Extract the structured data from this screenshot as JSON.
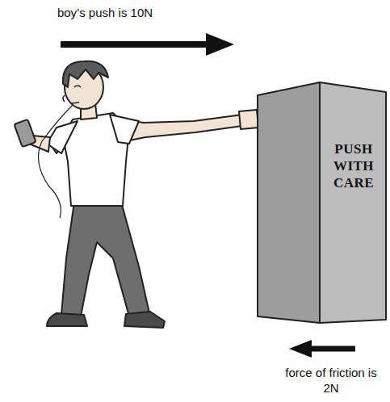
{
  "diagram": {
    "nodes": [
      {
        "text": [
          "PUSH WITH CARE"
        ]
      }
    ],
    "labels": [
      "boy’s push is 10N",
      "force of friction is 2N"
    ]
  }
}
